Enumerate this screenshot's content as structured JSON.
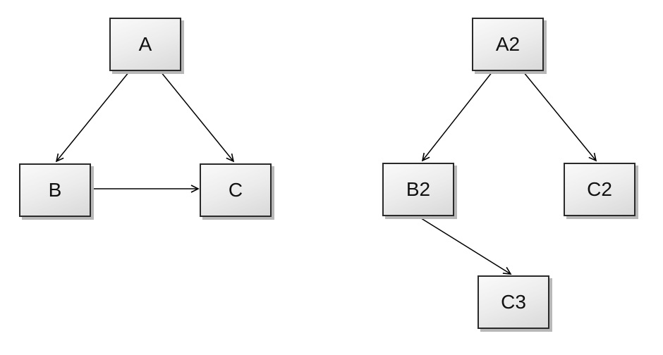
{
  "colors": {
    "background": "#ffffff",
    "node_fill_light": "#fafafa",
    "node_fill_dark": "#d9d9d9",
    "node_border": "#2a2a2a",
    "node_shadow": "#b8b8b8",
    "edge_stroke": "#000000",
    "label_text": "#111111"
  },
  "diagrams": [
    {
      "id": "left-graph",
      "nodes": [
        {
          "id": "A",
          "label": "A"
        },
        {
          "id": "B",
          "label": "B"
        },
        {
          "id": "C",
          "label": "C"
        }
      ],
      "edges": [
        {
          "from": "A",
          "to": "B",
          "directed": true
        },
        {
          "from": "A",
          "to": "C",
          "directed": true
        },
        {
          "from": "B",
          "to": "C",
          "directed": true
        }
      ]
    },
    {
      "id": "right-graph",
      "nodes": [
        {
          "id": "A2",
          "label": "A2"
        },
        {
          "id": "B2",
          "label": "B2"
        },
        {
          "id": "C2",
          "label": "C2"
        },
        {
          "id": "C3",
          "label": "C3"
        }
      ],
      "edges": [
        {
          "from": "A2",
          "to": "B2",
          "directed": true
        },
        {
          "from": "A2",
          "to": "C2",
          "directed": true
        },
        {
          "from": "B2",
          "to": "C3",
          "directed": true
        }
      ]
    }
  ]
}
